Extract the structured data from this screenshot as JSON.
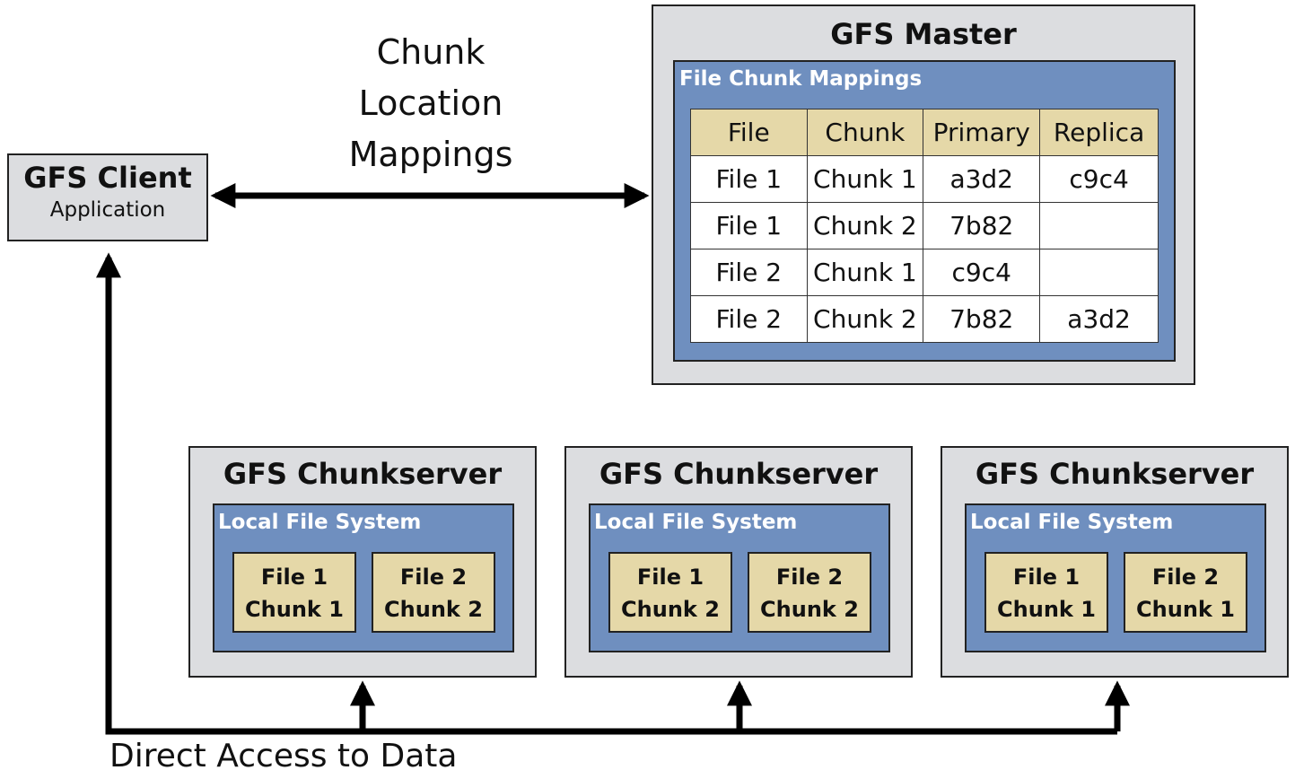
{
  "client": {
    "title": "GFS Client",
    "subtitle": "Application"
  },
  "mapping_label": {
    "line1": "Chunk",
    "line2": "Location",
    "line3": "Mappings"
  },
  "master": {
    "title": "GFS Master",
    "panel_label": "File Chunk Mappings",
    "headers": [
      "File",
      "Chunk",
      "Primary",
      "Replica"
    ],
    "rows": [
      [
        "File 1",
        "Chunk 1",
        "a3d2",
        "c9c4"
      ],
      [
        "File 1",
        "Chunk 2",
        "7b82",
        ""
      ],
      [
        "File 2",
        "Chunk 1",
        "c9c4",
        ""
      ],
      [
        "File 2",
        "Chunk 2",
        "7b82",
        "a3d2"
      ]
    ]
  },
  "chunkservers": [
    {
      "title": "GFS Chunkserver",
      "fs_label": "Local File System",
      "chunks": [
        {
          "file": "File 1",
          "chunk": "Chunk 1"
        },
        {
          "file": "File 2",
          "chunk": "Chunk 2"
        }
      ]
    },
    {
      "title": "GFS Chunkserver",
      "fs_label": "Local File System",
      "chunks": [
        {
          "file": "File 1",
          "chunk": "Chunk 2"
        },
        {
          "file": "File 2",
          "chunk": "Chunk 2"
        }
      ]
    },
    {
      "title": "GFS Chunkserver",
      "fs_label": "Local File System",
      "chunks": [
        {
          "file": "File 1",
          "chunk": "Chunk 1"
        },
        {
          "file": "File 2",
          "chunk": "Chunk 1"
        }
      ]
    }
  ],
  "footer_label": "Direct Access to Data",
  "colors": {
    "box_fill": "#dcdde0",
    "panel_fill": "#6f8fbf",
    "chunk_fill": "#e5d8a8",
    "stroke": "#000000"
  }
}
